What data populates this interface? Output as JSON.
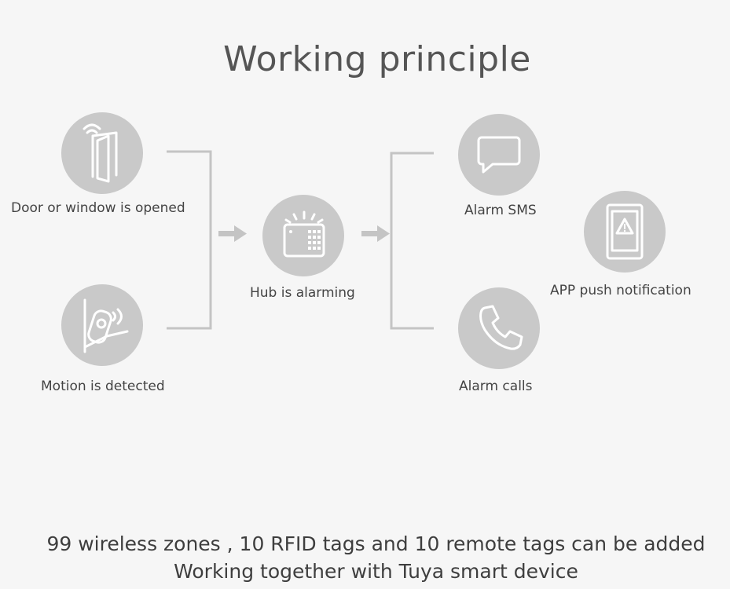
{
  "title": "Working principle",
  "nodes": {
    "door": "Door or window is opened",
    "motion": "Motion is detected",
    "hub": "Hub is alarming",
    "sms": "Alarm SMS",
    "calls": "Alarm calls",
    "app": "APP push notification"
  },
  "footer": {
    "line1": "99 wireless zones , 10 RFID tags and 10 remote tags can be added",
    "line2": "Working together with Tuya smart device"
  },
  "colors": {
    "circle": "#c9c9c9",
    "connector": "#c4c4c4",
    "icon": "#ffffff"
  },
  "icons": [
    "door-icon",
    "motion-sensor-icon",
    "hub-keypad-icon",
    "sms-bubble-icon",
    "phone-icon",
    "phone-alert-icon"
  ]
}
